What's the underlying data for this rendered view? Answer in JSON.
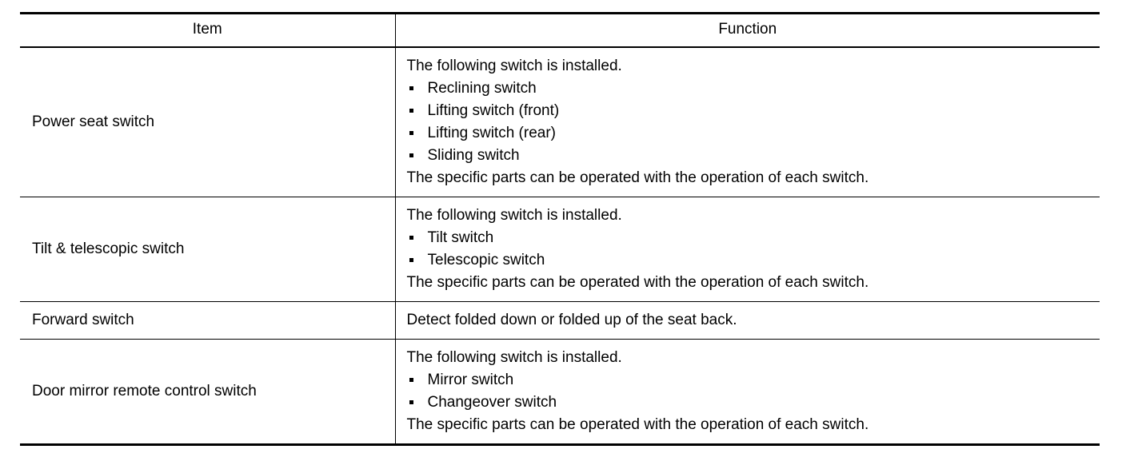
{
  "table": {
    "columns": [
      {
        "key": "item",
        "header": "Item"
      },
      {
        "key": "function",
        "header": "Function"
      }
    ],
    "rows": [
      {
        "item": "Power seat switch",
        "intro": "The following switch is installed.",
        "bullets": [
          "Reclining switch",
          "Lifting switch (front)",
          "Lifting switch (rear)",
          "Sliding switch"
        ],
        "outro": "The specific parts can be operated with the operation of each switch."
      },
      {
        "item": "Tilt & telescopic switch",
        "intro": "The following switch is installed.",
        "bullets": [
          "Tilt switch",
          "Telescopic switch"
        ],
        "outro": "The specific parts can be operated with the operation of each switch."
      },
      {
        "item": "Forward switch",
        "intro": "Detect folded down or folded up of the seat back.",
        "bullets": [],
        "outro": ""
      },
      {
        "item": "Door mirror remote control switch",
        "intro": "The following switch is installed.",
        "bullets": [
          "Mirror switch",
          "Changeover switch"
        ],
        "outro": "The specific parts can be operated with the operation of each switch."
      }
    ]
  },
  "colors": {
    "rule": "#000000",
    "text": "#000000",
    "background": "#ffffff"
  }
}
